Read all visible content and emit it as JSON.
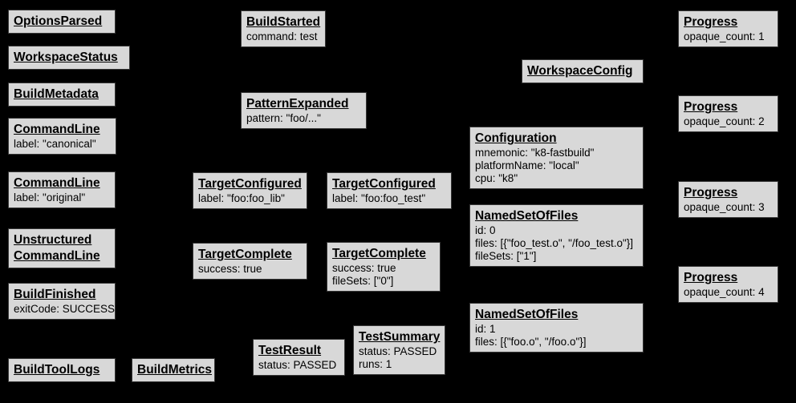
{
  "colors": {
    "background": "#000000",
    "node_fill": "#d8d8d8",
    "node_border": "#383838",
    "text": "#000000"
  },
  "diagram": {
    "type": "build-event-graph",
    "nodes": [
      {
        "title": "OptionsParsed",
        "fields": []
      },
      {
        "title": "WorkspaceStatus",
        "fields": []
      },
      {
        "title": "BuildMetadata",
        "fields": []
      },
      {
        "title": "CommandLine",
        "fields": [
          "label: \"canonical\""
        ]
      },
      {
        "title": "CommandLine",
        "fields": [
          "label: \"original\""
        ]
      },
      {
        "title": "Unstructured\nCommandLine",
        "fields": []
      },
      {
        "title": "BuildFinished",
        "fields": [
          "exitCode: SUCCESS"
        ]
      },
      {
        "title": "BuildToolLogs",
        "fields": []
      },
      {
        "title": "BuildMetrics",
        "fields": []
      },
      {
        "title": "BuildStarted",
        "fields": [
          "command: test"
        ]
      },
      {
        "title": "PatternExpanded",
        "fields": [
          "pattern: \"foo/...\""
        ]
      },
      {
        "title": "TargetConfigured",
        "fields": [
          "label: \"foo:foo_lib\""
        ]
      },
      {
        "title": "TargetConfigured",
        "fields": [
          "label: \"foo:foo_test\""
        ]
      },
      {
        "title": "TargetComplete",
        "fields": [
          "success: true"
        ]
      },
      {
        "title": "TargetComplete",
        "fields": [
          "success: true",
          "fileSets: [\"0\"]"
        ]
      },
      {
        "title": "TestResult",
        "fields": [
          "status: PASSED"
        ]
      },
      {
        "title": "TestSummary",
        "fields": [
          "status: PASSED",
          "runs: 1"
        ]
      },
      {
        "title": "WorkspaceConfig",
        "fields": []
      },
      {
        "title": "Configuration",
        "fields": [
          "mnemonic: \"k8-fastbuild\"",
          "platformName: \"local\"",
          "cpu: \"k8\""
        ]
      },
      {
        "title": "NamedSetOfFiles",
        "fields": [
          "id: 0",
          "files: [{\"foo_test.o\", \"/foo_test.o\"}]",
          "fileSets: [\"1\"]"
        ]
      },
      {
        "title": "NamedSetOfFiles",
        "fields": [
          "id: 1",
          "files: [{\"foo.o\", \"/foo.o\"}]"
        ]
      },
      {
        "title": "Progress",
        "fields": [
          "opaque_count: 1"
        ]
      },
      {
        "title": "Progress",
        "fields": [
          "opaque_count: 2"
        ]
      },
      {
        "title": "Progress",
        "fields": [
          "opaque_count: 3"
        ]
      },
      {
        "title": "Progress",
        "fields": [
          "opaque_count: 4"
        ]
      }
    ]
  }
}
